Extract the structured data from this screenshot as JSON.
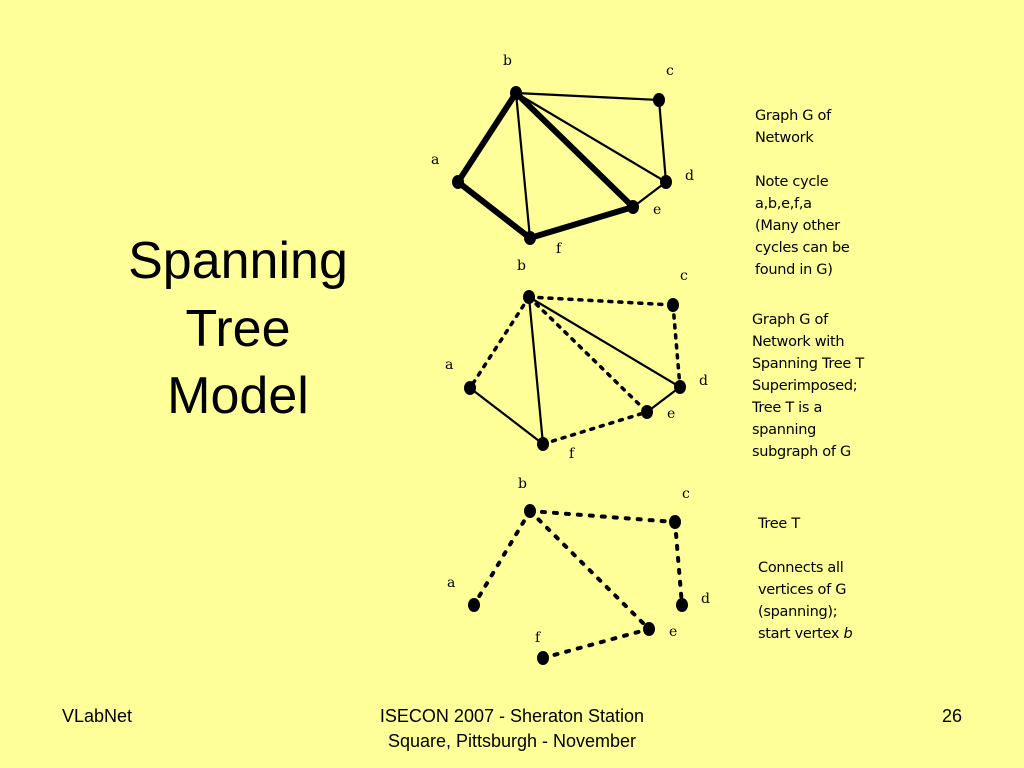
{
  "slide": {
    "title_lines": [
      "Spanning",
      "Tree",
      "Model"
    ],
    "footer_left": "VLabNet",
    "footer_center_lines": [
      "ISECON 2007 - Sheraton Station",
      "Square, Pittsburgh - November"
    ],
    "page_number": "26"
  },
  "notes": {
    "graph_g": {
      "heading": [
        "Graph G of",
        "Network"
      ],
      "body": [
        "Note cycle",
        "a,b,e,f,a",
        "(Many other",
        "cycles can be",
        "found in G)"
      ]
    },
    "graph_with_tree": {
      "body": [
        "Graph G of",
        "Network with",
        "Spanning Tree T",
        "Superimposed;",
        "Tree T is a",
        "spanning",
        "subgraph of G"
      ]
    },
    "tree_t": {
      "heading": "Tree T",
      "body": [
        "Connects all",
        "vertices of G",
        "(spanning);"
      ],
      "last_line_prefix": "start vertex ",
      "last_line_vertex": "b"
    }
  },
  "diagrams": [
    {
      "id": "graph-g",
      "vertex_labels": {
        "a": "a",
        "b": "b",
        "c": "c",
        "d": "d",
        "e": "e",
        "f": "f"
      },
      "edges": [
        {
          "from": "b",
          "to": "c",
          "style": "solid"
        },
        {
          "from": "c",
          "to": "d",
          "style": "solid"
        },
        {
          "from": "b",
          "to": "d",
          "style": "solid"
        },
        {
          "from": "d",
          "to": "e",
          "style": "solid"
        },
        {
          "from": "b",
          "to": "f",
          "style": "solid"
        },
        {
          "from": "b",
          "to": "a",
          "style": "bold"
        },
        {
          "from": "a",
          "to": "f",
          "style": "bold"
        },
        {
          "from": "f",
          "to": "e",
          "style": "bold"
        },
        {
          "from": "b",
          "to": "e",
          "style": "bold"
        }
      ]
    },
    {
      "id": "graph-with-tree",
      "vertex_labels": {
        "a": "a",
        "b": "b",
        "c": "c",
        "d": "d",
        "e": "e",
        "f": "f"
      },
      "edges": [
        {
          "from": "b",
          "to": "d",
          "style": "solid"
        },
        {
          "from": "b",
          "to": "f",
          "style": "solid"
        },
        {
          "from": "a",
          "to": "f",
          "style": "solid"
        },
        {
          "from": "d",
          "to": "e",
          "style": "solid"
        },
        {
          "from": "b",
          "to": "a",
          "style": "tree"
        },
        {
          "from": "b",
          "to": "c",
          "style": "tree"
        },
        {
          "from": "c",
          "to": "d",
          "style": "tree"
        },
        {
          "from": "b",
          "to": "e",
          "style": "tree"
        },
        {
          "from": "f",
          "to": "e",
          "style": "tree"
        }
      ]
    },
    {
      "id": "tree-t",
      "vertex_labels": {
        "a": "a",
        "b": "b",
        "c": "c",
        "d": "d",
        "e": "e",
        "f": "f"
      },
      "edges": [
        {
          "from": "b",
          "to": "a",
          "style": "dotted"
        },
        {
          "from": "b",
          "to": "c",
          "style": "dotted"
        },
        {
          "from": "c",
          "to": "d",
          "style": "dotted"
        },
        {
          "from": "b",
          "to": "e",
          "style": "dotted"
        },
        {
          "from": "f",
          "to": "e",
          "style": "dotted"
        }
      ]
    }
  ]
}
